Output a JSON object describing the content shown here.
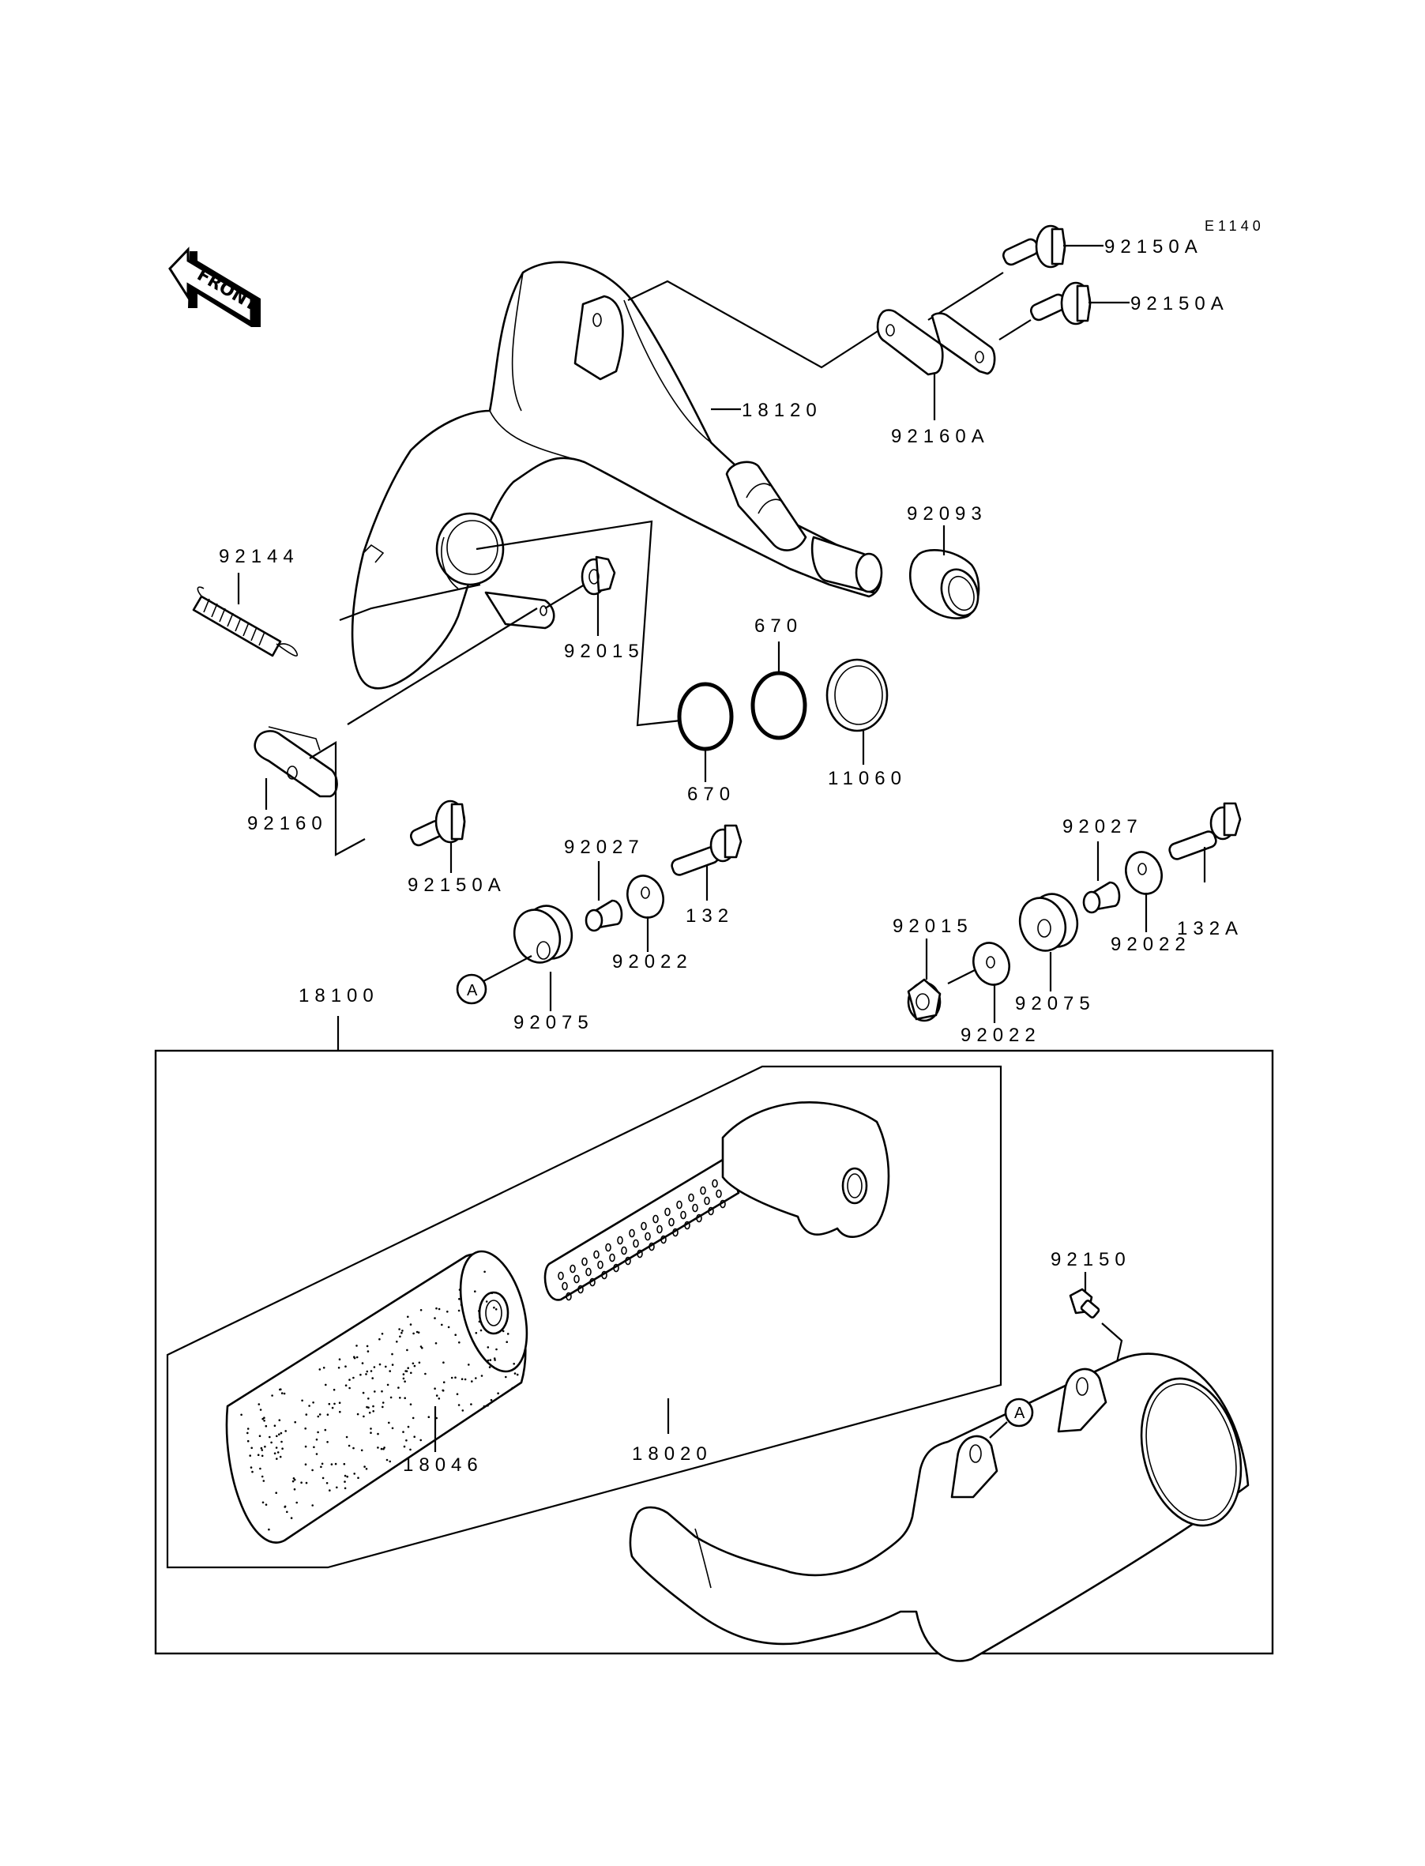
{
  "diagram": {
    "reference_code": "E1140",
    "direction_indicator": "FRONT",
    "callout_marker": "A",
    "parts": {
      "bolt_92150A_top": "92150A",
      "bolt_92150A_mid": "92150A",
      "bracket_92160A": "92160A",
      "chamber_18120": "18120",
      "joint_92093": "92093",
      "spring_92144": "92144",
      "nut_92015_upper": "92015",
      "oring_670_top": "670",
      "oring_670_bottom": "670",
      "gasket_11060": "11060",
      "bracket_92160": "92160",
      "bolt_92150A_bottom": "92150A",
      "collar_92027_left": "92027",
      "bolt_132": "132",
      "washer_92022_left": "92022",
      "damper_92075_left": "92075",
      "collar_92027_right": "92027",
      "bolt_132A": "132A",
      "washer_92022_right_upper": "92022",
      "nut_92015_right": "92015",
      "damper_92075_right": "92075",
      "washer_92022_right_lower": "92022",
      "muffler_assy_18100": "18100",
      "bolt_92150": "92150",
      "packing_18046": "18046",
      "pipe_18020": "18020"
    }
  }
}
